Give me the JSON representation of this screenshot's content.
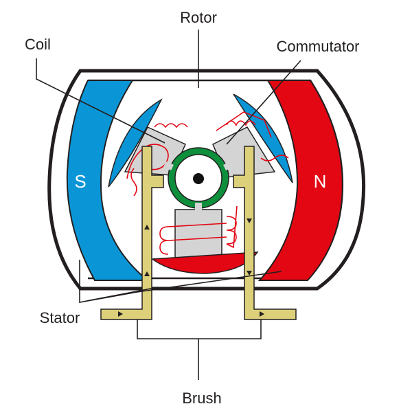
{
  "title": "DC motor diagram",
  "labels": {
    "rotor": "Rotor",
    "coil": "Coil",
    "commutator": "Commutator",
    "stator": "Stator",
    "brush": "Brush"
  },
  "poles": {
    "south": "S",
    "north": "N"
  },
  "colors": {
    "south_magnet": "#0a96d6",
    "north_magnet": "#e30613",
    "commutator": "#0d8f3c",
    "brush": "#ddd07a",
    "armature": "#d4d4d4",
    "coil_wire": "#e30613",
    "outline": "#231f20"
  }
}
